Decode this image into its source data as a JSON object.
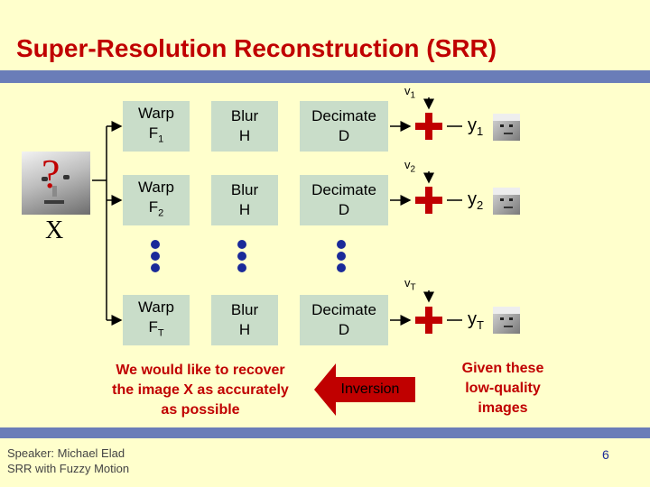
{
  "title": "Super-Resolution Reconstruction (SRR)",
  "input_image": {
    "question_mark": "?",
    "label": "X"
  },
  "rows": [
    {
      "warp": {
        "name": "Warp",
        "symbol": "F",
        "sub": "1"
      },
      "blur": {
        "name": "Blur",
        "symbol": "H"
      },
      "decimate": {
        "name": "Decimate",
        "symbol": "D"
      },
      "noise": {
        "symbol": "v",
        "sub": "1"
      },
      "output": {
        "symbol": "y",
        "sub": "1"
      }
    },
    {
      "warp": {
        "name": "Warp",
        "symbol": "F",
        "sub": "2"
      },
      "blur": {
        "name": "Blur",
        "symbol": "H"
      },
      "decimate": {
        "name": "Decimate",
        "symbol": "D"
      },
      "noise": {
        "symbol": "v",
        "sub": "2"
      },
      "output": {
        "symbol": "y",
        "sub": "2"
      }
    },
    {
      "warp": {
        "name": "Warp",
        "symbol": "F",
        "sub": "T"
      },
      "blur": {
        "name": "Blur",
        "symbol": "H"
      },
      "decimate": {
        "name": "Decimate",
        "symbol": "D"
      },
      "noise": {
        "symbol": "v",
        "sub": "T"
      },
      "output": {
        "symbol": "y",
        "sub": "T"
      }
    }
  ],
  "left_caption": "We would like to recover the image X as accurately as possible",
  "inversion_label": "Inversion",
  "right_caption": "Given these low-quality images",
  "footer": {
    "speaker": "Speaker: Michael Elad",
    "talk": "SRR with Fuzzy Motion"
  },
  "page_number": "6",
  "colors": {
    "title": "#c00000",
    "background": "#ffffcc",
    "bar": "#6a7db8",
    "box": "#c9ddc9",
    "dots": "#1a2a99",
    "arrow": "#c00000",
    "plus": "#c00000"
  }
}
